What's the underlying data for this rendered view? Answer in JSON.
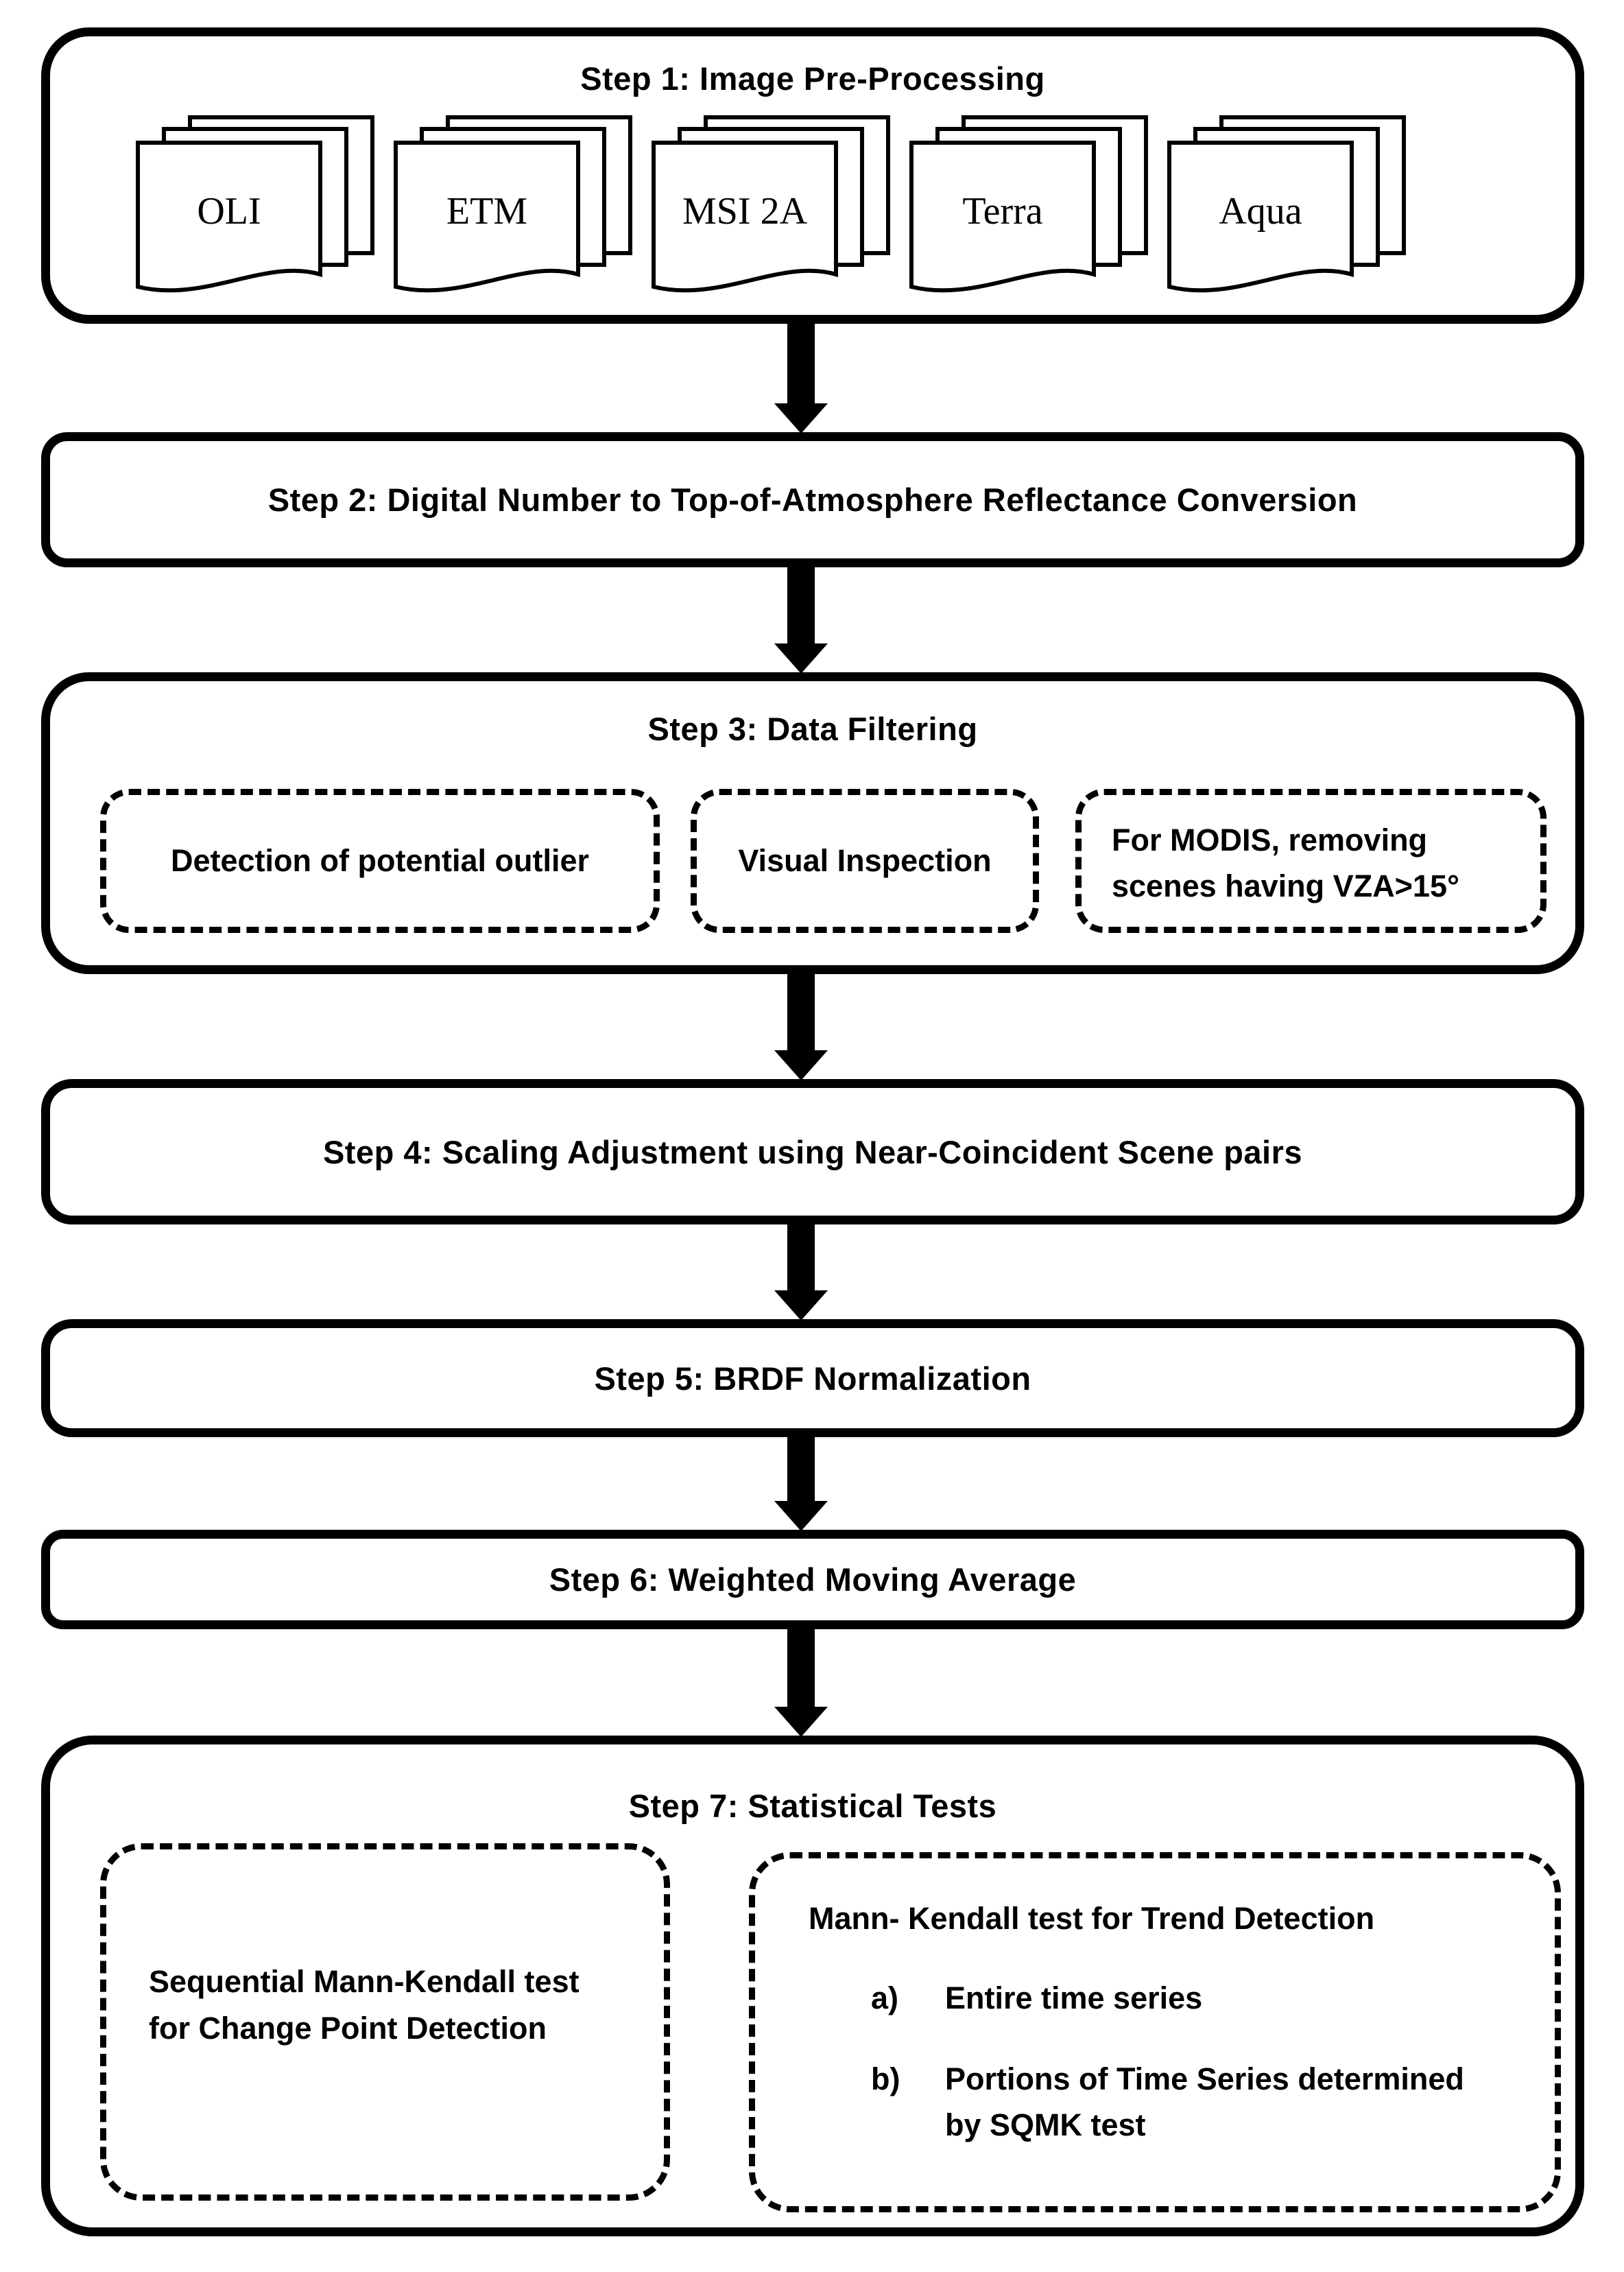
{
  "steps": {
    "step1": {
      "title": "Step 1: Image Pre-Processing",
      "documents": [
        "OLI",
        "ETM",
        "MSI 2A",
        "Terra",
        "Aqua"
      ]
    },
    "step2": {
      "title": "Step 2: Digital Number to Top-of-Atmosphere Reflectance Conversion"
    },
    "step3": {
      "title": "Step 3: Data Filtering",
      "outlier_label": "Detection of potential outlier",
      "visual_label": "Visual Inspection",
      "modis_line1": "For MODIS, removing",
      "modis_line2": "scenes having VZA>15°"
    },
    "step4": {
      "title": "Step 4: Scaling Adjustment using Near-Coincident Scene pairs"
    },
    "step5": {
      "title": "Step 5: BRDF Normalization"
    },
    "step6": {
      "title": "Step 6: Weighted Moving Average"
    },
    "step7": {
      "title": "Step 7: Statistical Tests",
      "sqmk_line1": "Sequential Mann-Kendall test",
      "sqmk_line2": "for Change Point Detection",
      "mk_heading": "Mann- Kendall test for Trend Detection",
      "item_a_marker": "a)",
      "item_a_text": "Entire time series",
      "item_b_marker": "b)",
      "item_b_line1": "Portions of Time Series determined",
      "item_b_line2": "by SQMK test"
    }
  }
}
